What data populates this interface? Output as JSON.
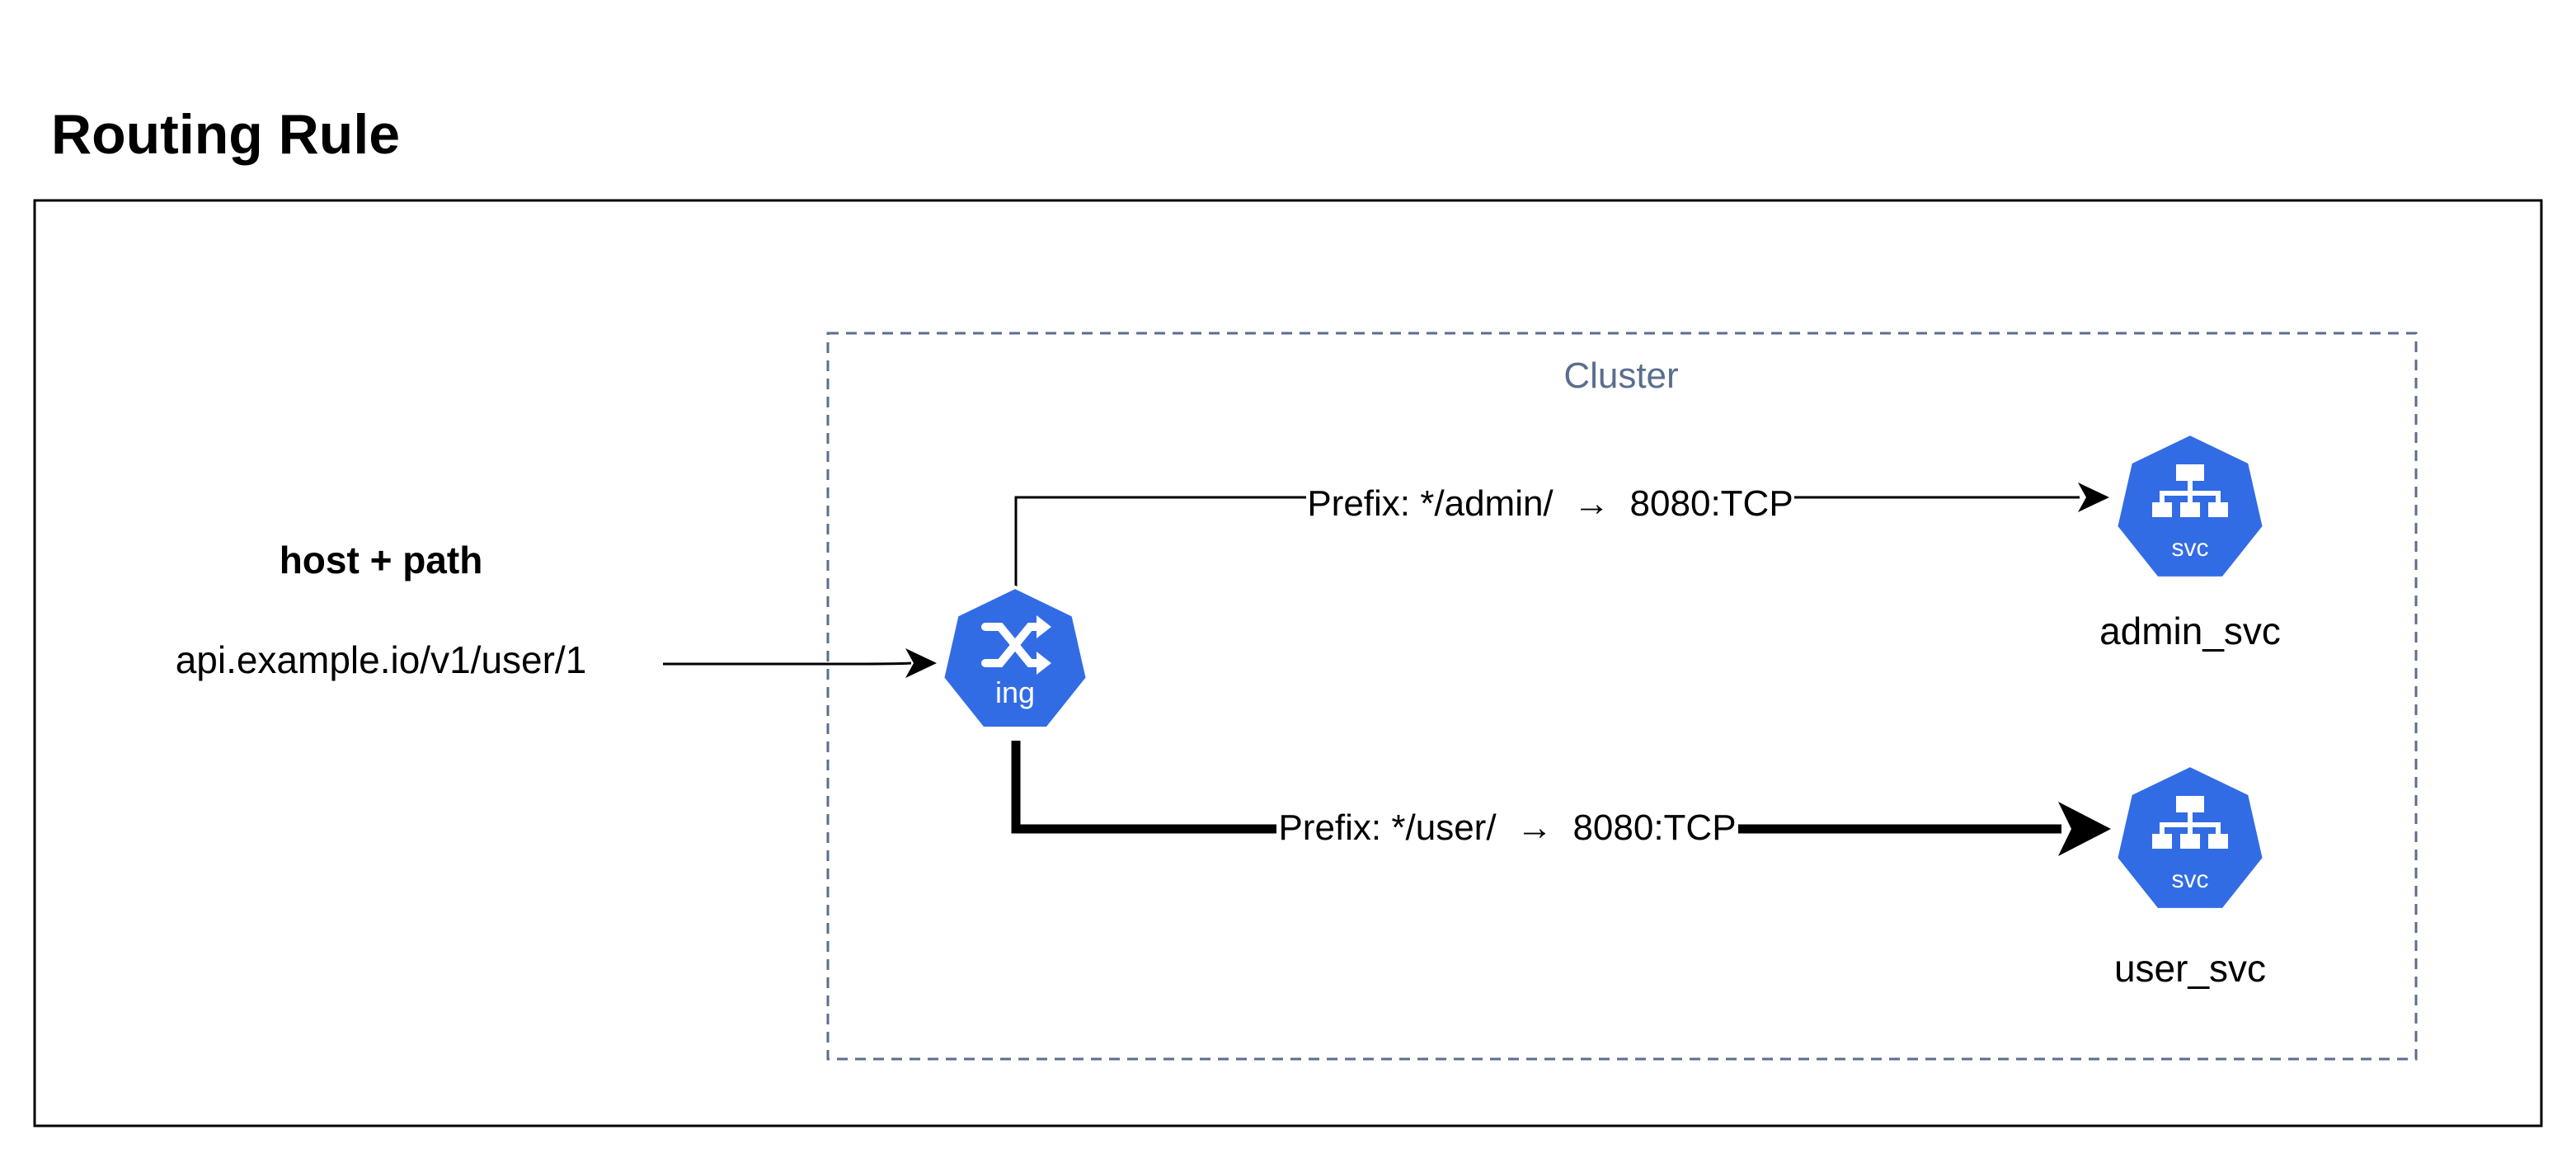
{
  "title": "Routing Rule",
  "request": {
    "header": "host + path",
    "url": "api.example.io/v1/user/1"
  },
  "cluster": {
    "label": "Cluster"
  },
  "ingress": {
    "label": "ing",
    "icon": "shuffle-icon"
  },
  "routes": [
    {
      "label": "Prefix: */admin/  →  8080:TCP",
      "target": "admin_svc",
      "active": false
    },
    {
      "label": "Prefix: */user/  →  8080:TCP",
      "target": "user_svc",
      "active": true
    }
  ],
  "services": [
    {
      "name": "admin_svc",
      "badge": "svc",
      "icon": "service-hierarchy-icon"
    },
    {
      "name": "user_svc",
      "badge": "svc",
      "icon": "service-hierarchy-icon"
    }
  ],
  "colors": {
    "k8s_blue": "#326CE5",
    "cluster_border": "#5A6E8C",
    "cluster_text": "#5A6E8C",
    "line": "#000000"
  }
}
